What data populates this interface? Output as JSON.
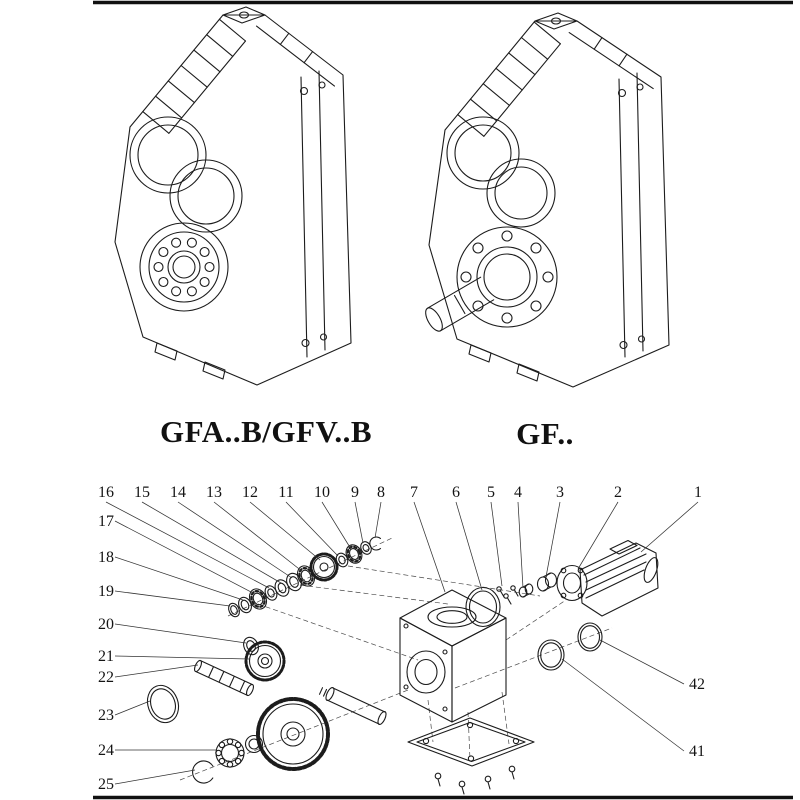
{
  "labels": {
    "left": "GFA..B/GFV..B",
    "right": "GF.."
  },
  "callouts": {
    "top_row": [
      "16",
      "15",
      "14",
      "13",
      "12",
      "11",
      "10",
      "9",
      "8",
      "7",
      "6",
      "5",
      "4",
      "3",
      "2",
      "1"
    ],
    "left_column": [
      "17",
      "18",
      "19",
      "20",
      "21",
      "22",
      "23",
      "24",
      "25"
    ],
    "right_column": [
      "42",
      "41"
    ]
  },
  "colors": {
    "background": "#ffffff",
    "line": "#1c1c1c"
  }
}
